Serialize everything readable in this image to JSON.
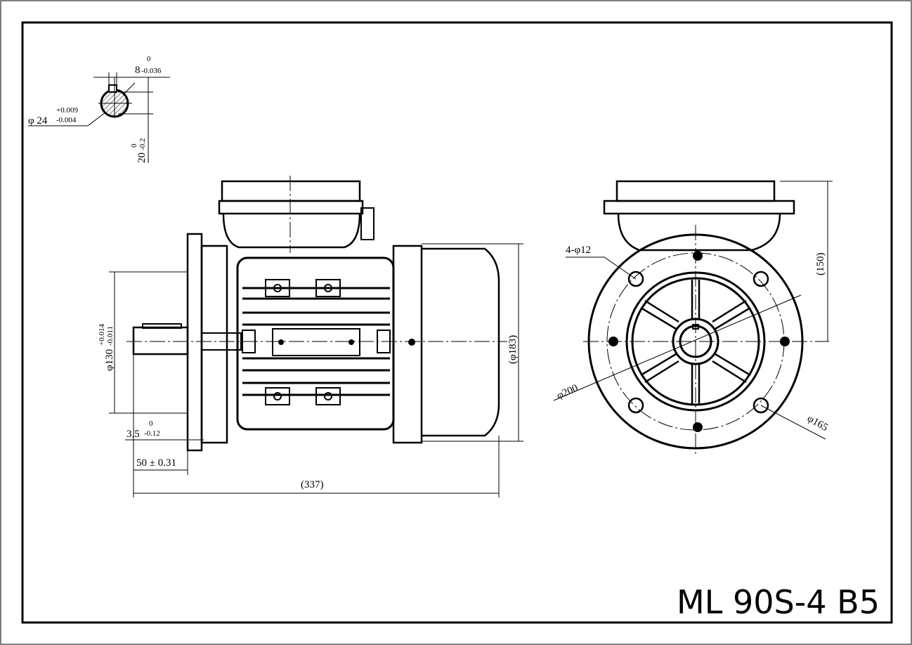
{
  "drawing": {
    "title": "ML 90S-4 B5",
    "shaft_section": {
      "key_width": "8",
      "key_width_upper": "0",
      "key_width_lower": "-0.036",
      "diameter": "φ 24",
      "diameter_upper": "+0.009",
      "diameter_lower": "-0.004",
      "key_depth": "20",
      "key_depth_upper": "0",
      "key_depth_lower": "-0.2"
    },
    "side_view": {
      "spigot_diameter": "φ130",
      "spigot_upper": "+0.014",
      "spigot_lower": "-0.011",
      "spigot_depth": "3.5",
      "spigot_depth_upper": "0",
      "spigot_depth_lower": "-0.12",
      "shaft_length": "50 ± 0.31",
      "overall_length": "(337)",
      "body_diameter": "(φ183)"
    },
    "end_view": {
      "holes": "4-φ12",
      "box_height": "(150)",
      "flange_diameter": "φ200",
      "pitch_circle": "φ165"
    }
  }
}
